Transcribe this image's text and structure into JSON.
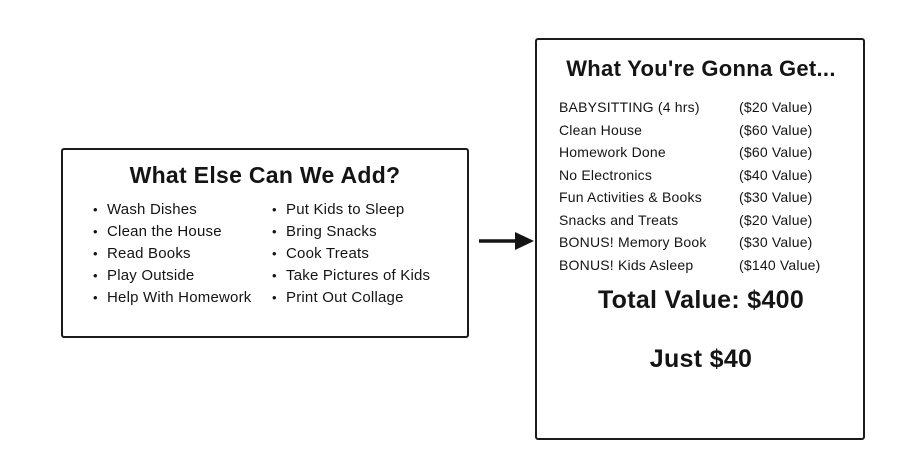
{
  "diagram": {
    "bullet_icon": "•"
  },
  "left_box": {
    "title": "What Else Can We Add?",
    "items_left": [
      "Wash Dishes",
      "Clean the House",
      "Read Books",
      "Play Outside",
      "Help With Homework"
    ],
    "items_right": [
      "Put Kids to Sleep",
      "Bring Snacks",
      "Cook Treats",
      "Take Pictures of Kids",
      "Print Out Collage"
    ]
  },
  "right_box": {
    "title": "What You're Gonna Get...",
    "offer_items": [
      {
        "label": "BABYSITTING (4 hrs)",
        "value": "($20 Value)"
      },
      {
        "label": "Clean House",
        "value": "($60 Value)"
      },
      {
        "label": "Homework Done",
        "value": "($60 Value)"
      },
      {
        "label": "No Electronics",
        "value": "($40 Value)"
      },
      {
        "label": "Fun Activities & Books",
        "value": "($30 Value)"
      },
      {
        "label": "Snacks and Treats",
        "value": "($20 Value)"
      },
      {
        "label": "BONUS! Memory Book",
        "value": "($30 Value)"
      },
      {
        "label": "BONUS! Kids Asleep",
        "value": "($140 Value)"
      }
    ],
    "total": "Total Value: $400",
    "price": "Just $40"
  }
}
